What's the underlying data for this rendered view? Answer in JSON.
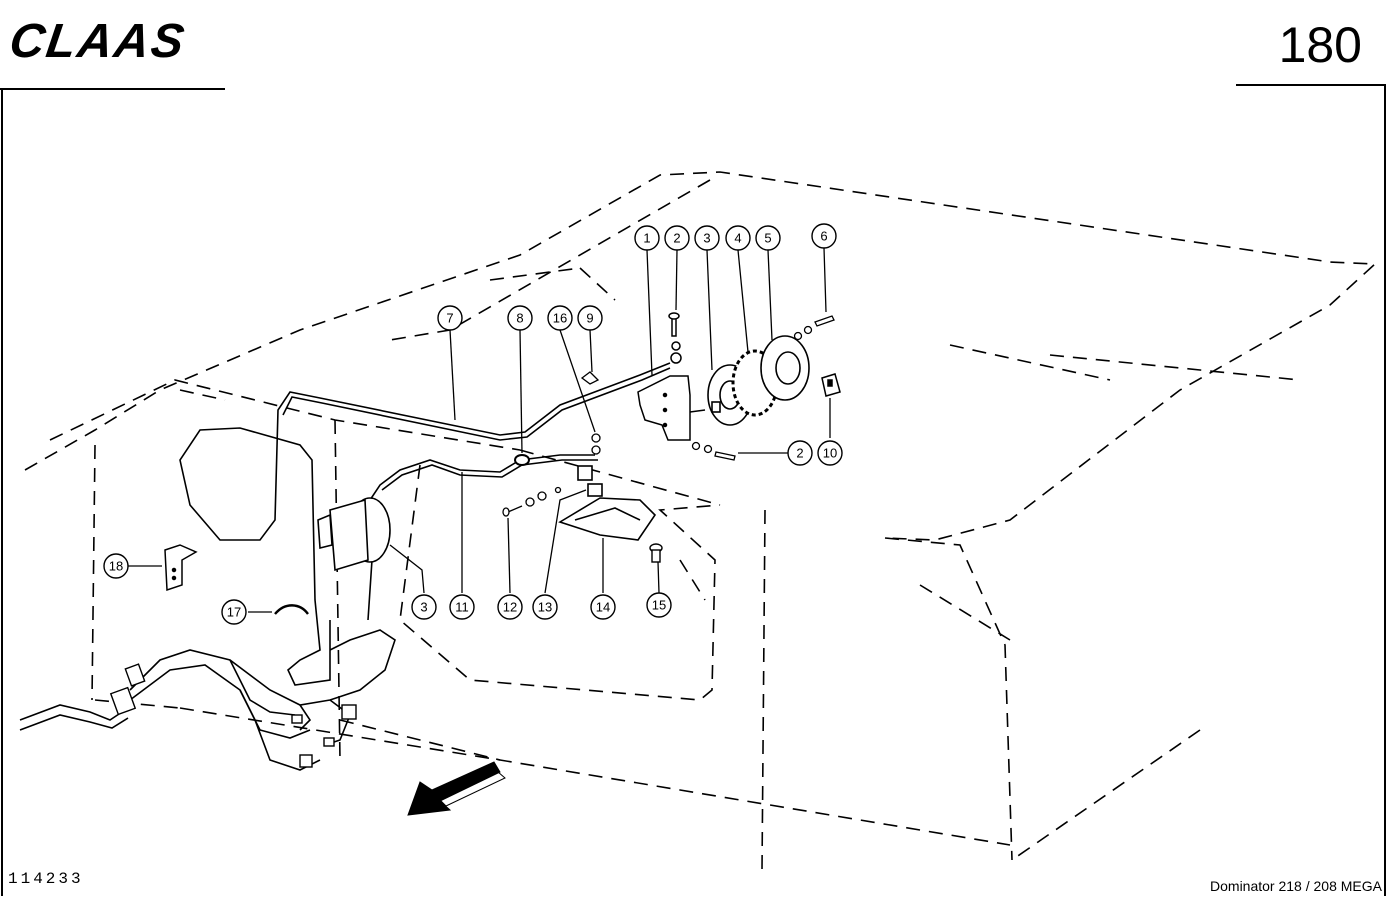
{
  "header": {
    "brand": "CLAAS",
    "page_number": "180"
  },
  "footer": {
    "drawing_number": "114233",
    "model": "Dominator 218 / 208 MEGA"
  },
  "callouts": [
    {
      "id": "c1",
      "label": "1"
    },
    {
      "id": "c2a",
      "label": "2"
    },
    {
      "id": "c3a",
      "label": "3"
    },
    {
      "id": "c4",
      "label": "4"
    },
    {
      "id": "c5",
      "label": "5"
    },
    {
      "id": "c6",
      "label": "6"
    },
    {
      "id": "c7",
      "label": "7"
    },
    {
      "id": "c8",
      "label": "8"
    },
    {
      "id": "c16",
      "label": "16"
    },
    {
      "id": "c9",
      "label": "9"
    },
    {
      "id": "c2b",
      "label": "2"
    },
    {
      "id": "c10",
      "label": "10"
    },
    {
      "id": "c18",
      "label": "18"
    },
    {
      "id": "c17",
      "label": "17"
    },
    {
      "id": "c3b",
      "label": "3"
    },
    {
      "id": "c11",
      "label": "11"
    },
    {
      "id": "c12",
      "label": "12"
    },
    {
      "id": "c13",
      "label": "13"
    },
    {
      "id": "c14",
      "label": "14"
    },
    {
      "id": "c15",
      "label": "15"
    }
  ]
}
